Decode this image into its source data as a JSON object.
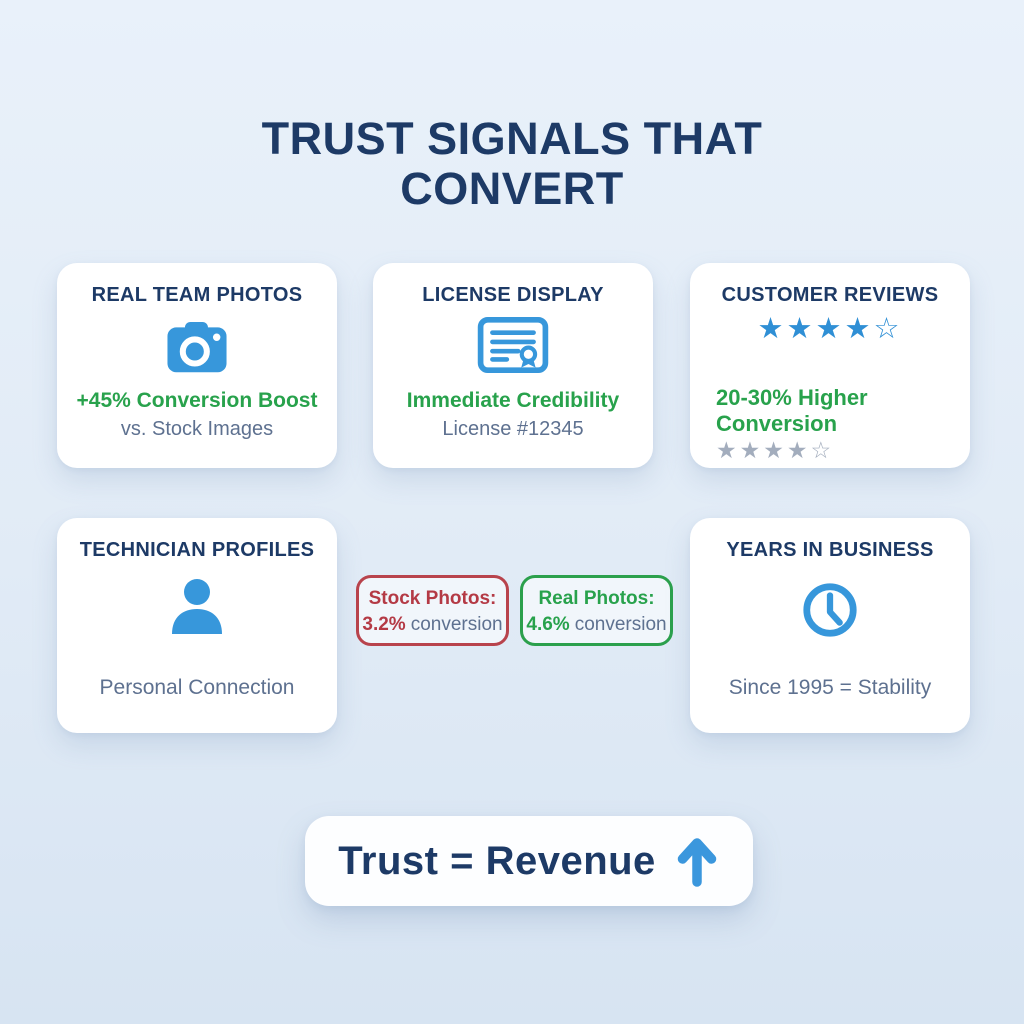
{
  "header": {
    "title_line1": "TRUST SIGNALS THAT",
    "title_line2": "CONVERT"
  },
  "cards": {
    "real_team_photos": {
      "title": "REAL TEAM PHOTOS",
      "icon": "camera-icon",
      "highlight": "+45% Conversion Boost",
      "subtext": "vs. Stock Images"
    },
    "license_display": {
      "title": "LICENSE DISPLAY",
      "icon": "certificate-icon",
      "highlight": "Immediate Credibility",
      "subtext": "License #12345"
    },
    "customer_reviews": {
      "title": "CUSTOMER REVIEWS",
      "icon": "star-rating",
      "rating_filled_stars": "★★★★",
      "rating_empty_star": "☆",
      "highlight": "20-30% Higher Conversion",
      "secondary_filled_stars": "★★★★",
      "secondary_empty_star": "☆"
    },
    "technician_profiles": {
      "title": "TECHNICIAN PROFILES",
      "icon": "person-icon",
      "subtext": "Personal Connection"
    },
    "years_in_business": {
      "title": "YEARS IN BUSINESS",
      "icon": "clock-icon",
      "subtext": "Since 1995 = Stability"
    }
  },
  "comparison": {
    "stock_photos": {
      "label": "Stock Photos:",
      "value": "3.2%",
      "unit": "conversion"
    },
    "real_photos": {
      "label": "Real Photos:",
      "value": "4.6%",
      "unit": "conversion"
    }
  },
  "footer": {
    "text": "Trust = Revenue",
    "icon": "up-arrow-icon"
  },
  "colors": {
    "background": "#e1ebf6",
    "card": "#ffffff",
    "navy": "#1d3a66",
    "blue_accent": "#3797db",
    "green_accent": "#28a24c",
    "red_accent": "#b43a45",
    "gray_text": "#5e7190",
    "gray_stars": "#a3adbd"
  }
}
